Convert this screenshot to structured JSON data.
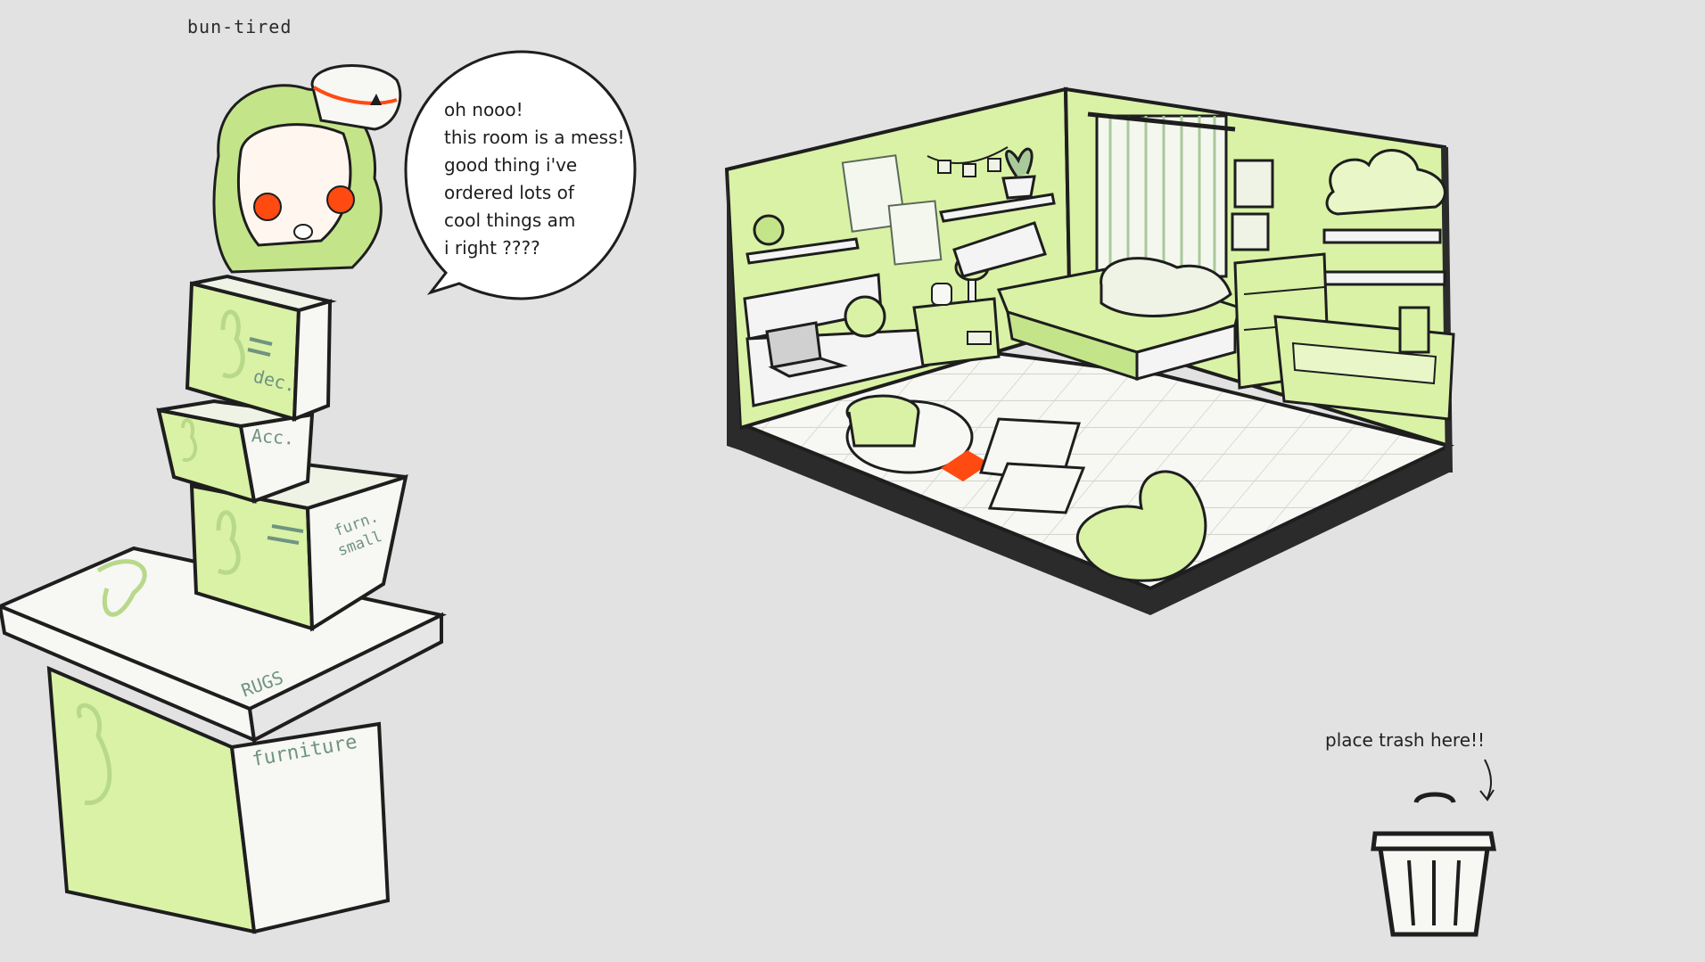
{
  "character": {
    "name_tag": "bun-tired"
  },
  "speech_bubble": {
    "lines": [
      "oh nooo!",
      "this room is a mess!",
      "good thing i've",
      "ordered lots of",
      "cool things am",
      "i right ????"
    ]
  },
  "boxes": {
    "decor_label": "dec.",
    "accessories_label": "Acc.",
    "small_furniture_label_1": "furn.",
    "small_furniture_label_2": "small",
    "rugs_label": "RUGS",
    "furniture_label": "furniture"
  },
  "trash": {
    "label": "place trash here!!"
  },
  "colors": {
    "background": "#e2e2e2",
    "lime_fill": "#d9f2a6",
    "lime_shade": "#c4e48a",
    "outline": "#1e1e1e",
    "box_text": "#6f9480",
    "accent_orange": "#ff4a12"
  }
}
